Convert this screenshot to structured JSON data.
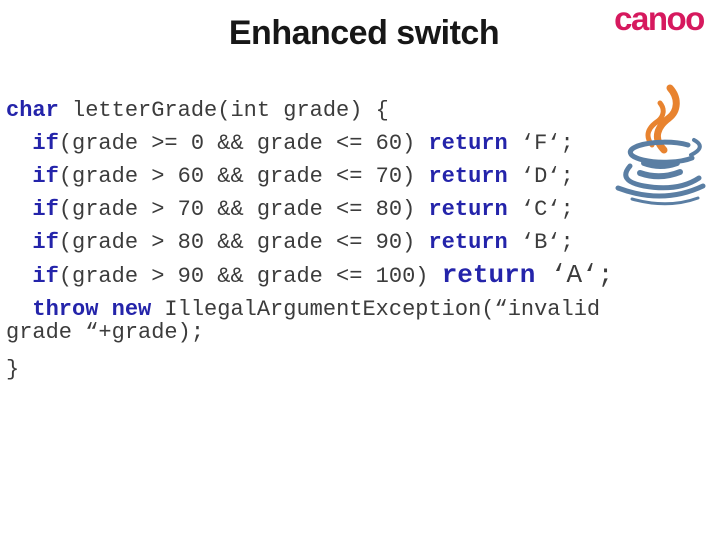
{
  "slide": {
    "title": "Enhanced switch"
  },
  "brand": {
    "canoo_text": "canoo",
    "canoo_color": "#d6195e"
  },
  "java_logo": {
    "icon": "java-coffee-cup-icon",
    "cup_color": "#5a7ea3",
    "steam_color": "#e8832f"
  },
  "code": {
    "keyword_color": "#2424aa",
    "text_color": "#3c3c3c",
    "lines": [
      {
        "segments": [
          {
            "text": "char",
            "kw": true
          },
          {
            "text": " letterGrade(int grade) {",
            "kw": false
          }
        ]
      },
      {
        "segments": [
          {
            "text": "  ",
            "kw": false
          },
          {
            "text": "if",
            "kw": true
          },
          {
            "text": "(grade >= 0 && grade <= 60) ",
            "kw": false
          },
          {
            "text": "return",
            "kw": true
          },
          {
            "text": " ‘F‘;",
            "kw": false
          }
        ]
      },
      {
        "segments": [
          {
            "text": "  ",
            "kw": false
          },
          {
            "text": "if",
            "kw": true
          },
          {
            "text": "(grade > 60 && grade <= 70) ",
            "kw": false
          },
          {
            "text": "return",
            "kw": true
          },
          {
            "text": " ‘D‘;",
            "kw": false
          }
        ]
      },
      {
        "segments": [
          {
            "text": "  ",
            "kw": false
          },
          {
            "text": "if",
            "kw": true
          },
          {
            "text": "(grade > 70 && grade <= 80) ",
            "kw": false
          },
          {
            "text": "return",
            "kw": true
          },
          {
            "text": " ‘C‘;",
            "kw": false
          }
        ]
      },
      {
        "segments": [
          {
            "text": "  ",
            "kw": false
          },
          {
            "text": "if",
            "kw": true
          },
          {
            "text": "(grade > 80 && grade <= 90) ",
            "kw": false
          },
          {
            "text": "return",
            "kw": true
          },
          {
            "text": " ‘B‘;",
            "kw": false
          }
        ]
      },
      {
        "segments": [
          {
            "text": "  ",
            "kw": false
          },
          {
            "text": "if",
            "kw": true
          },
          {
            "text": "(grade > 90 && grade <= 100) ",
            "kw": false
          },
          {
            "text": "return",
            "kw": true,
            "big": true
          },
          {
            "text": " ‘A‘;",
            "kw": false,
            "big": true
          }
        ]
      },
      {
        "segments": [
          {
            "text": "  ",
            "kw": false
          },
          {
            "text": "throw",
            "kw": true
          },
          {
            "text": " ",
            "kw": false
          },
          {
            "text": "new",
            "kw": true
          },
          {
            "text": " IllegalArgumentException(“invalid",
            "kw": false
          }
        ]
      },
      {
        "segments": [
          {
            "text": "grade “+grade);",
            "kw": false
          }
        ]
      },
      {
        "segments": [
          {
            "text": "}",
            "kw": false
          }
        ]
      }
    ]
  }
}
